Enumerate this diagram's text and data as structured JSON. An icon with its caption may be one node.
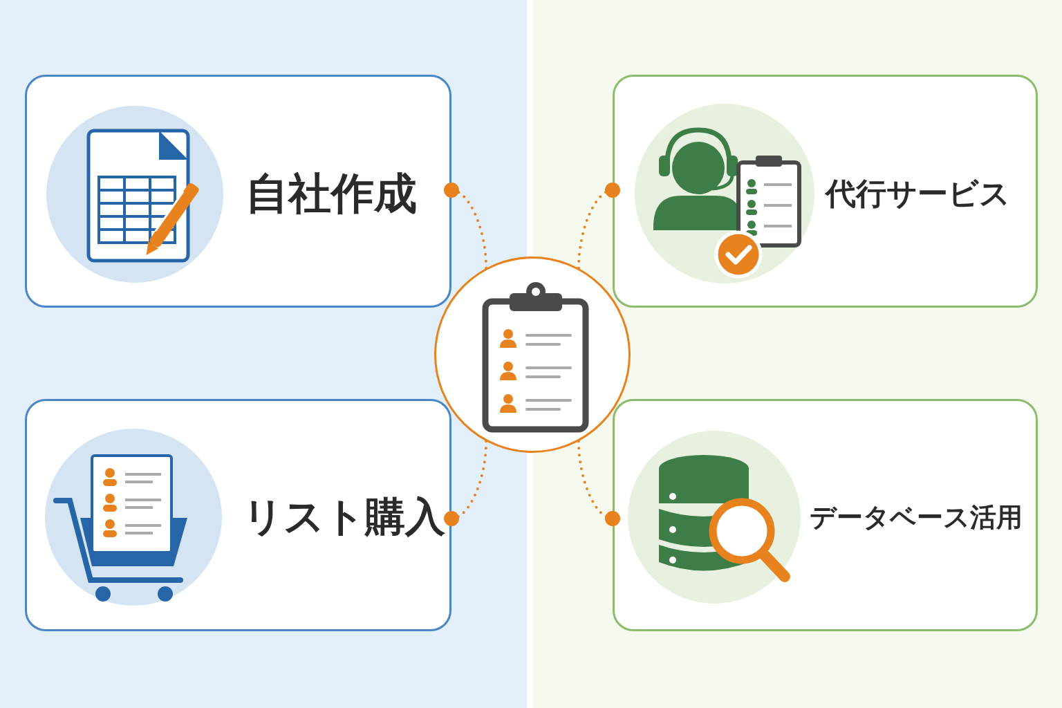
{
  "diagram": {
    "nodes": [
      {
        "text": [
          "自社作成"
        ]
      },
      {
        "text": [
          "代行サービス"
        ]
      },
      {
        "text": [],
        "shape": "circle"
      },
      {
        "text": [
          "リスト購入"
        ]
      },
      {
        "text": [
          "データベース活用"
        ]
      }
    ],
    "edges": [
      {
        "from": 2,
        "to": 0,
        "arrow": "other",
        "style": "dashed"
      },
      {
        "from": 2,
        "to": 1,
        "arrow": "other",
        "style": "dashed"
      },
      {
        "from": 2,
        "to": 3,
        "arrow": "other",
        "style": "dashed"
      },
      {
        "from": 2,
        "to": 4,
        "arrow": "other",
        "style": "dashed"
      }
    ]
  }
}
